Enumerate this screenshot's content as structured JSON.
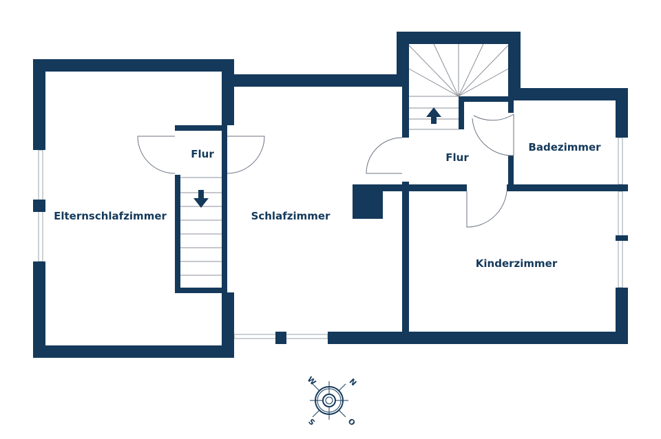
{
  "floorplan": {
    "wall_color": "#14395b",
    "rooms": {
      "flur_left": "Flur",
      "elternschlafzimmer": "Elternschlafzimmer",
      "schlafzimmer": "Schlafzimmer",
      "flur_right": "Flur",
      "badezimmer": "Badezimmer",
      "kinderzimmer": "Kinderzimmer"
    },
    "compass": {
      "n": "N",
      "o": "O",
      "s": "S",
      "w": "W"
    }
  }
}
